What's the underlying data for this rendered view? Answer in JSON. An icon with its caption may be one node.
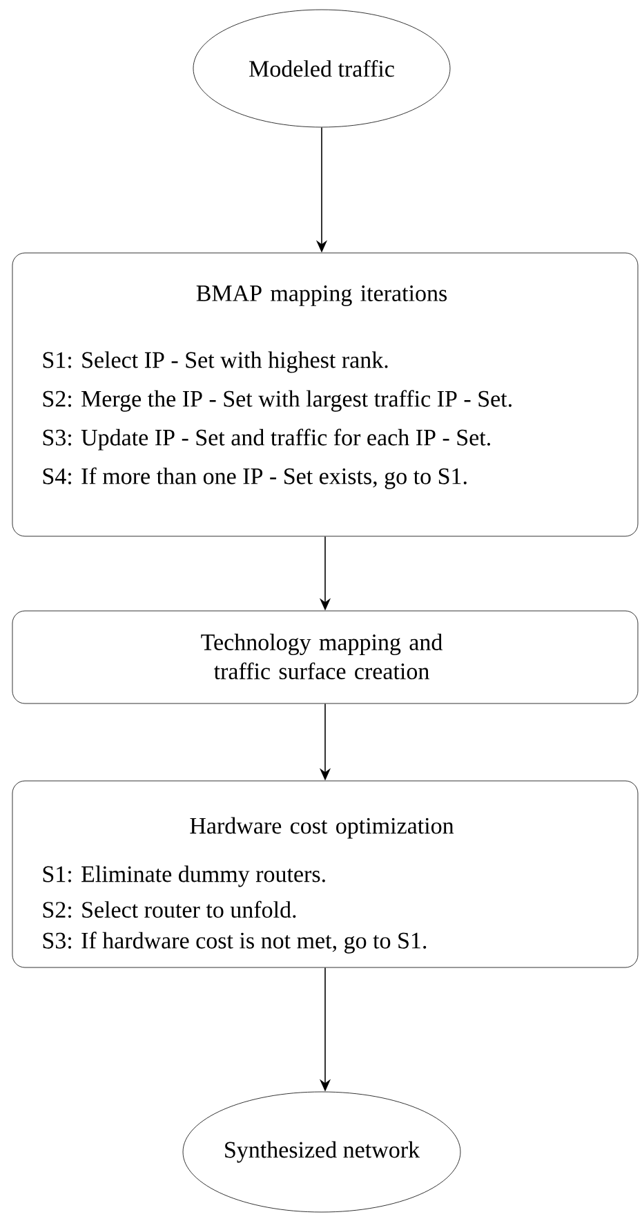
{
  "diagram": {
    "nodes": [
      {
        "text": [
          "Modeled traffic"
        ]
      },
      {
        "text": [
          "BMAP mapping iterations",
          "S1: Select IP - Set with highest rank.",
          "S2: Merge the IP - Set with largest traffic IP - Set.",
          "S3: Update IP - Set and traffic for each IP - Set.",
          "S4: If more than one IP - Set exists, go to S1."
        ]
      },
      {
        "text": [
          "Technology mapping and traffic surface creation"
        ]
      },
      {
        "text": [
          "Hardware cost optimization",
          "S1: Eliminate dummy routers.",
          "S2: Select router to unfold.",
          "S3: If hardware cost is not met, go to S1."
        ]
      },
      {
        "text": [
          "Synthesized network"
        ]
      }
    ],
    "edges": [
      {
        "from": 0,
        "to": 1,
        "arrow": "to"
      },
      {
        "from": 1,
        "to": 2,
        "arrow": "to"
      },
      {
        "from": 2,
        "to": 3,
        "arrow": "to"
      },
      {
        "from": 3,
        "to": 4,
        "arrow": "to"
      }
    ]
  }
}
